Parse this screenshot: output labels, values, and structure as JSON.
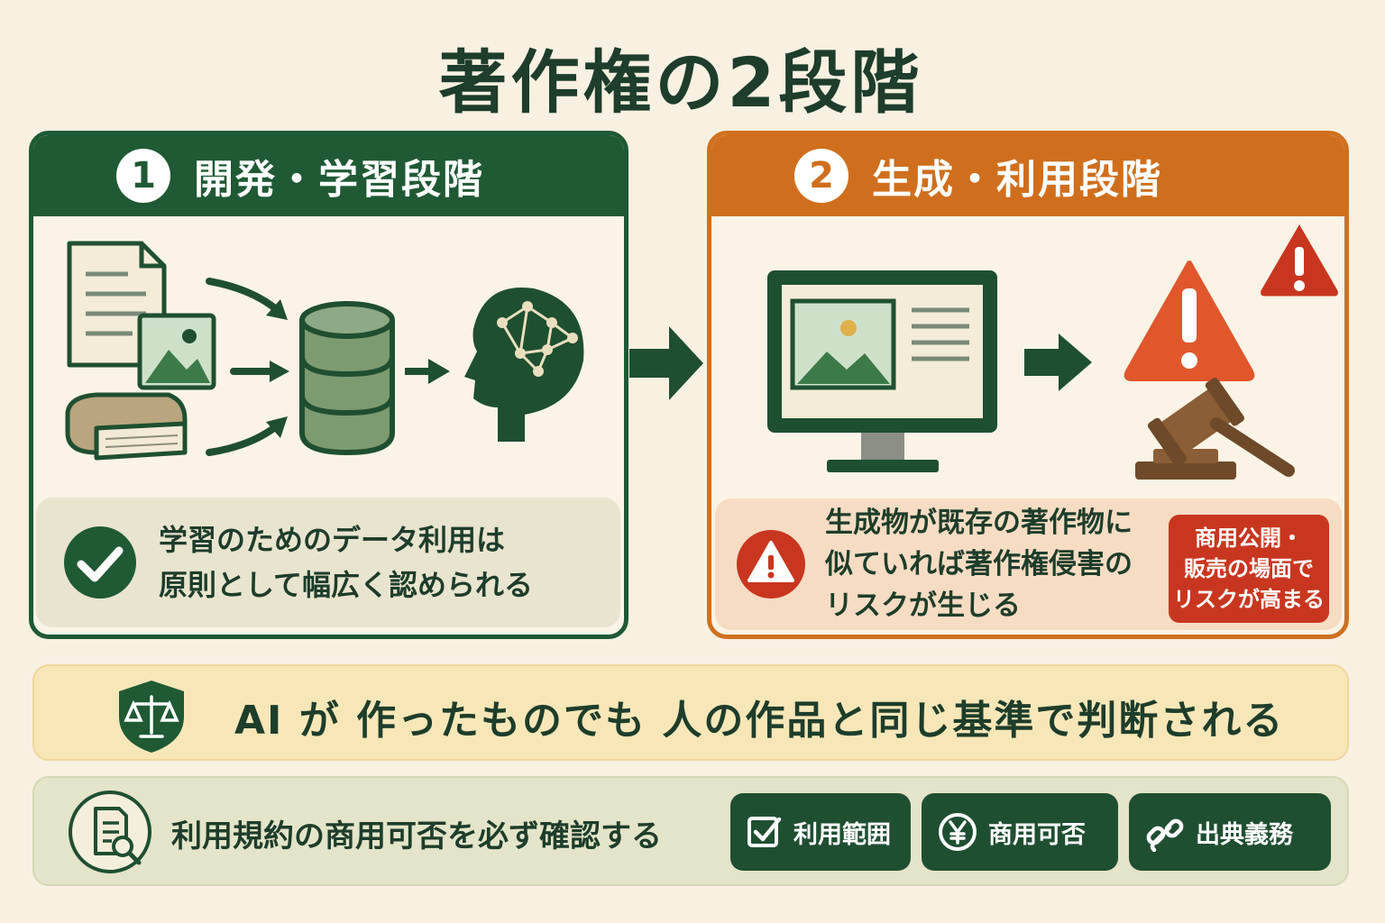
{
  "title": "著作権の2段階",
  "stage1": {
    "number": "1",
    "heading": "開発・学習段階",
    "callout": [
      "学習のためのデータ利用は",
      "原則として幅広く認められる"
    ]
  },
  "stage2": {
    "number": "2",
    "heading": "生成・利用段階",
    "callout": [
      "生成物が既存の著作物に",
      "似ていれば著作権侵害の",
      "リスクが生じる"
    ],
    "warning_box": [
      "商用公開・",
      "販売の場面で",
      "リスクが高まる"
    ]
  },
  "banner": {
    "text": "AI が 作ったものでも 人の作品と同じ基準で判断される"
  },
  "bottom": {
    "text": "利用規約の商用可否を必ず確認する",
    "chips": [
      {
        "label": "利用範囲",
        "icon": "checkbox-icon"
      },
      {
        "label": "商用可否",
        "icon": "yen-icon"
      },
      {
        "label": "出典義務",
        "icon": "link-icon"
      }
    ]
  },
  "colors": {
    "green": "#1f5a34",
    "orange": "#cf6f1e",
    "red": "#c9361f",
    "background": "#f8f0e1"
  }
}
